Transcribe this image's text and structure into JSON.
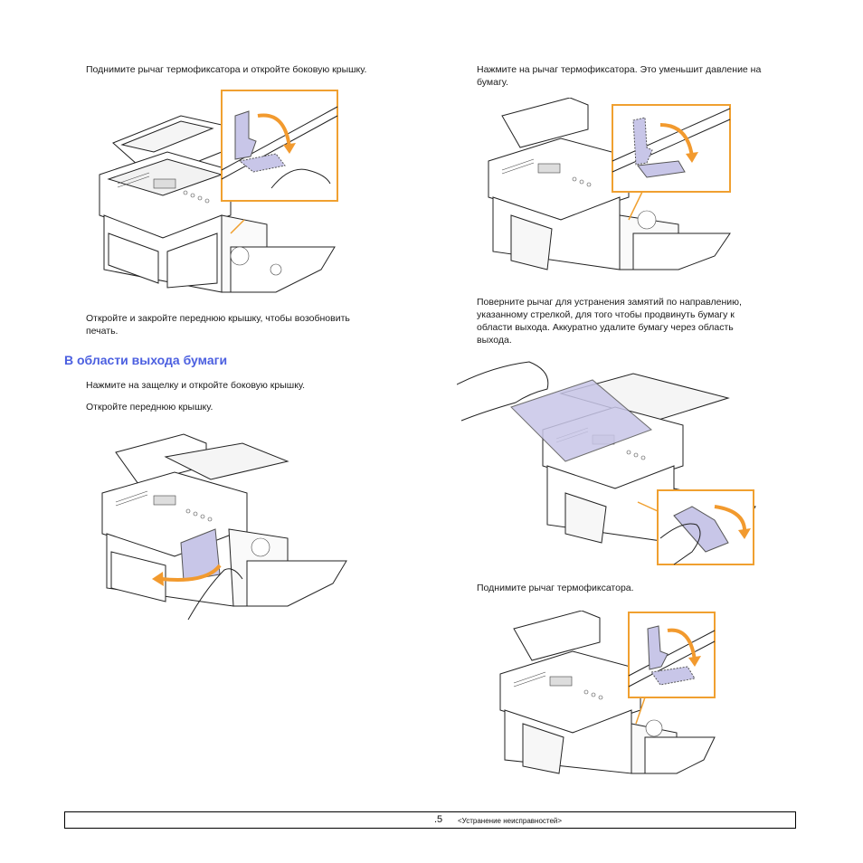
{
  "left": {
    "step1": "Поднимите рычаг термофиксатора и откройте боковую крышку.",
    "step2_line1": "Откройте и закройте переднюю крышку, чтобы возобновить",
    "step2_line2": "печать.",
    "heading": "В области выхода бумаги",
    "step3": "Нажмите на защелку и откройте боковую крышку.",
    "step4": "Откройте переднюю крышку."
  },
  "right": {
    "step1_line1": "Нажмите на рычаг термофиксатора. Это уменьшит давление на",
    "step1_line2": "бумагу.",
    "step2_line1": "Поверните рычаг для устранения замятий по направлению,",
    "step2_line2": "указанному стрелкой, для того чтобы продвинуть бумагу к",
    "step2_line3": "области выхода. Аккуратно удалите бумагу через область",
    "step2_line4": "выхода.",
    "step3": "Поднимите рычаг термофиксатора."
  },
  "footer": {
    "page_number": ".5",
    "chapter": "<Устранение неисправностей>"
  },
  "colors": {
    "heading": "#4b5fe0",
    "callout_border": "#f0a030",
    "arrow": "#f29a2e",
    "paper": "#c8c6e8"
  }
}
